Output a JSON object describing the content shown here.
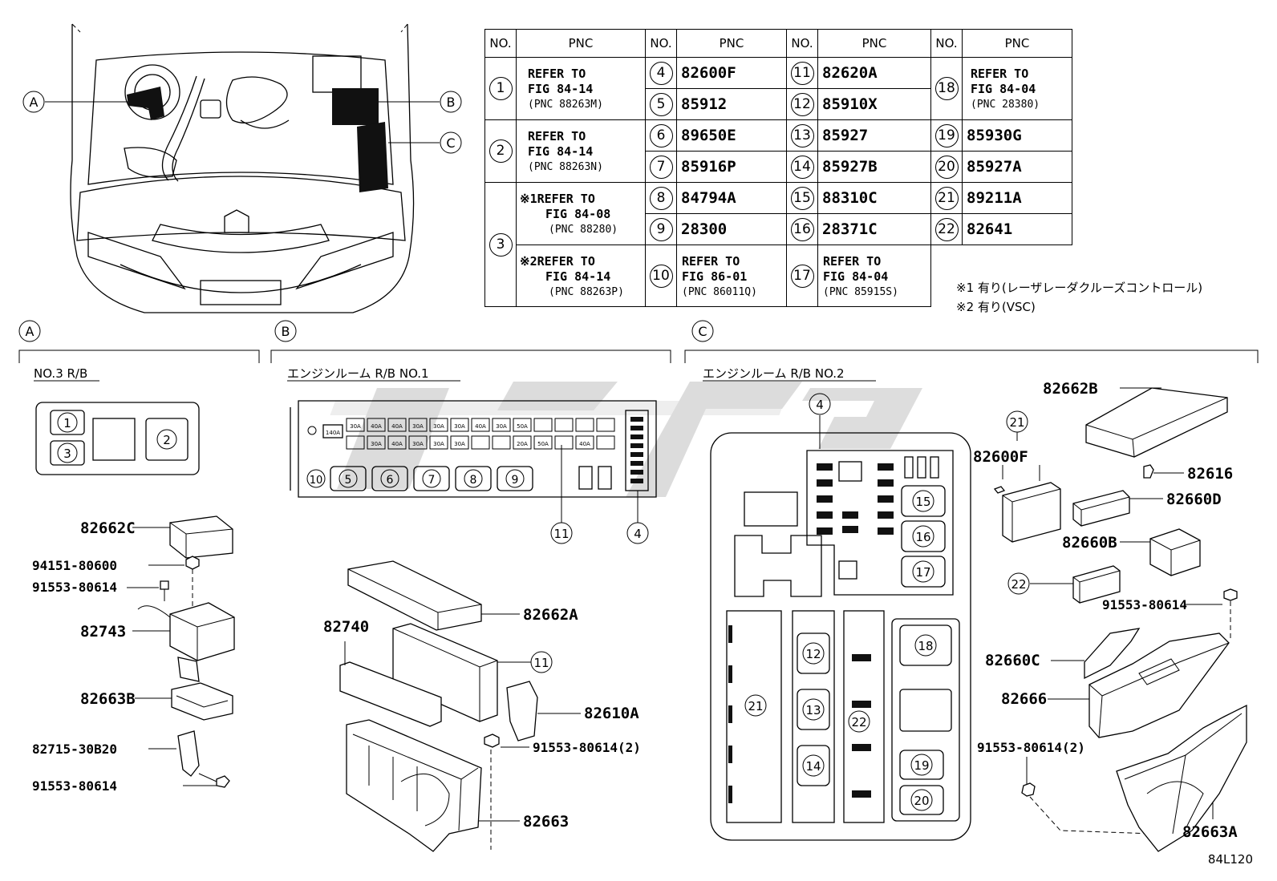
{
  "table": {
    "headers": [
      "NO.",
      "PNC"
    ],
    "col1": [
      {
        "no": "1",
        "ref": [
          "REFER TO",
          "FIG 84-14",
          "(PNC 88263M)"
        ]
      },
      {
        "no": "2",
        "ref": [
          "REFER TO",
          "FIG 84-14",
          "(PNC 88263N)"
        ]
      },
      {
        "no": "3",
        "ref1_mark": "※1",
        "ref1": [
          "REFER TO",
          "FIG 84-08",
          "(PNC 88280)"
        ],
        "ref2_mark": "※2",
        "ref2": [
          "REFER TO",
          "FIG 84-14",
          "(PNC 88263P)"
        ]
      }
    ],
    "col2": [
      {
        "no": "4",
        "pnc": "82600F"
      },
      {
        "no": "5",
        "pnc": "85912"
      },
      {
        "no": "6",
        "pnc": "89650E"
      },
      {
        "no": "7",
        "pnc": "85916P"
      },
      {
        "no": "8",
        "pnc": "84794A"
      },
      {
        "no": "9",
        "pnc": "28300"
      },
      {
        "no": "10",
        "ref": [
          "REFER TO",
          "FIG 86-01",
          "(PNC 86011Q)"
        ]
      }
    ],
    "col3": [
      {
        "no": "11",
        "pnc": "82620A"
      },
      {
        "no": "12",
        "pnc": "85910X"
      },
      {
        "no": "13",
        "pnc": "85927"
      },
      {
        "no": "14",
        "pnc": "85927B"
      },
      {
        "no": "15",
        "pnc": "88310C"
      },
      {
        "no": "16",
        "pnc": "28371C"
      },
      {
        "no": "17",
        "ref": [
          "REFER TO",
          "FIG 84-04",
          "(PNC 85915S)"
        ]
      }
    ],
    "col4": [
      {
        "no": "18",
        "ref": [
          "REFER TO",
          "FIG 84-04",
          "(PNC 28380)"
        ]
      },
      {
        "no": "19",
        "pnc": "85930G"
      },
      {
        "no": "20",
        "pnc": "85927A"
      },
      {
        "no": "21",
        "pnc": "89211A"
      },
      {
        "no": "22",
        "pnc": "82641"
      }
    ]
  },
  "notes": [
    "※1 有り(レーザレーダクルーズコントロール)",
    "※2 有り(VSC)"
  ],
  "sections": {
    "a": {
      "letter": "A",
      "title": "NO.3 R/B"
    },
    "b": {
      "letter": "B",
      "title": "エンジンルーム R/B NO.1"
    },
    "c": {
      "letter": "C",
      "title": "エンジンルーム R/B NO.2"
    }
  },
  "callouts": {
    "a": "A",
    "b": "B",
    "c": "C"
  },
  "fuse_labels": {
    "top": [
      "140A",
      "30A",
      "40A",
      "40A",
      "30A",
      "30A",
      "30A",
      "40A",
      "30A",
      "50A"
    ],
    "bottom": [
      "30A",
      "40A",
      "30A",
      "30A",
      "30A",
      "20A",
      "50A",
      "40A"
    ]
  },
  "parts_a": [
    "82662C",
    "94151-80600",
    "91553-80614",
    "82743",
    "82663B",
    "82715-30B20",
    "91553-80614"
  ],
  "parts_b": [
    "82740",
    "82662A",
    "82610A",
    "91553-80614(2)",
    "82663"
  ],
  "parts_c": [
    "82662B",
    "82600F",
    "82616",
    "82660D",
    "82660B",
    "91553-80614",
    "82660C",
    "82666",
    "91553-80614(2)",
    "82663A"
  ],
  "circle_nums": {
    "n1": "1",
    "n2": "2",
    "n3": "3",
    "n4": "4",
    "n5": "5",
    "n6": "6",
    "n7": "7",
    "n8": "8",
    "n9": "9",
    "n10": "10",
    "n11": "11",
    "n12": "12",
    "n13": "13",
    "n14": "14",
    "n15": "15",
    "n16": "16",
    "n17": "17",
    "n18": "18",
    "n19": "19",
    "n20": "20",
    "n21": "21",
    "n22": "22"
  },
  "figure_code": "84L120"
}
